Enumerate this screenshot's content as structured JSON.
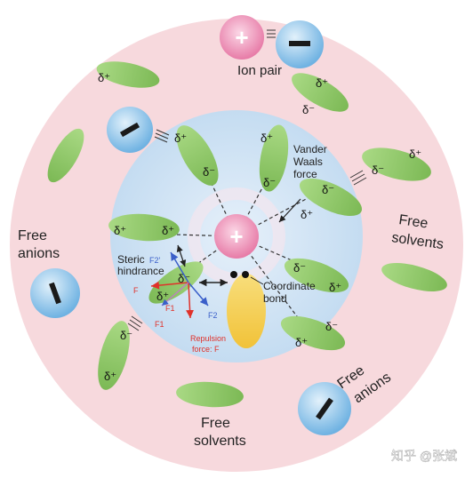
{
  "labels": {
    "ion_pair": "Ion pair",
    "free_anions_left_line1": "Free",
    "free_anions_left_line2": "anions",
    "free_solvents_right_line1": "Free",
    "free_solvents_right_line2": "solvents",
    "free_solvents_bottom_line1": "Free",
    "free_solvents_bottom_line2": "solvents",
    "free_anions_right_line1": "Free",
    "free_anions_right_line2": "anions",
    "vdw_line1": "Vander",
    "vdw_line2": "Waals",
    "vdw_line3": "force",
    "steric_line1": "Steric",
    "steric_line2": "hindrance",
    "coord_line1": "Coordinate",
    "coord_line2": "bond",
    "repulsion_line1": "Repulsion",
    "repulsion_line2": "force: F",
    "f_label": "F",
    "f1_label": "F1",
    "f2_label": "F2",
    "f2prime_label": "F2'",
    "f1_small": "F1",
    "watermark": "知乎 @张斌"
  },
  "symbols": {
    "plus": "+",
    "delta_plus": "δ⁺",
    "delta_minus": "δ⁻"
  },
  "colors": {
    "outer_disc": "#f7d9dd",
    "inner_disc": "#cfe3f4",
    "solvent": "#8cc764",
    "cation": "#ef8fb4",
    "anion": "#8cc4ea",
    "coord_blob": "#f4cf4e",
    "red_arrow": "#e0312a",
    "blue_arrow": "#3a5fc9"
  }
}
